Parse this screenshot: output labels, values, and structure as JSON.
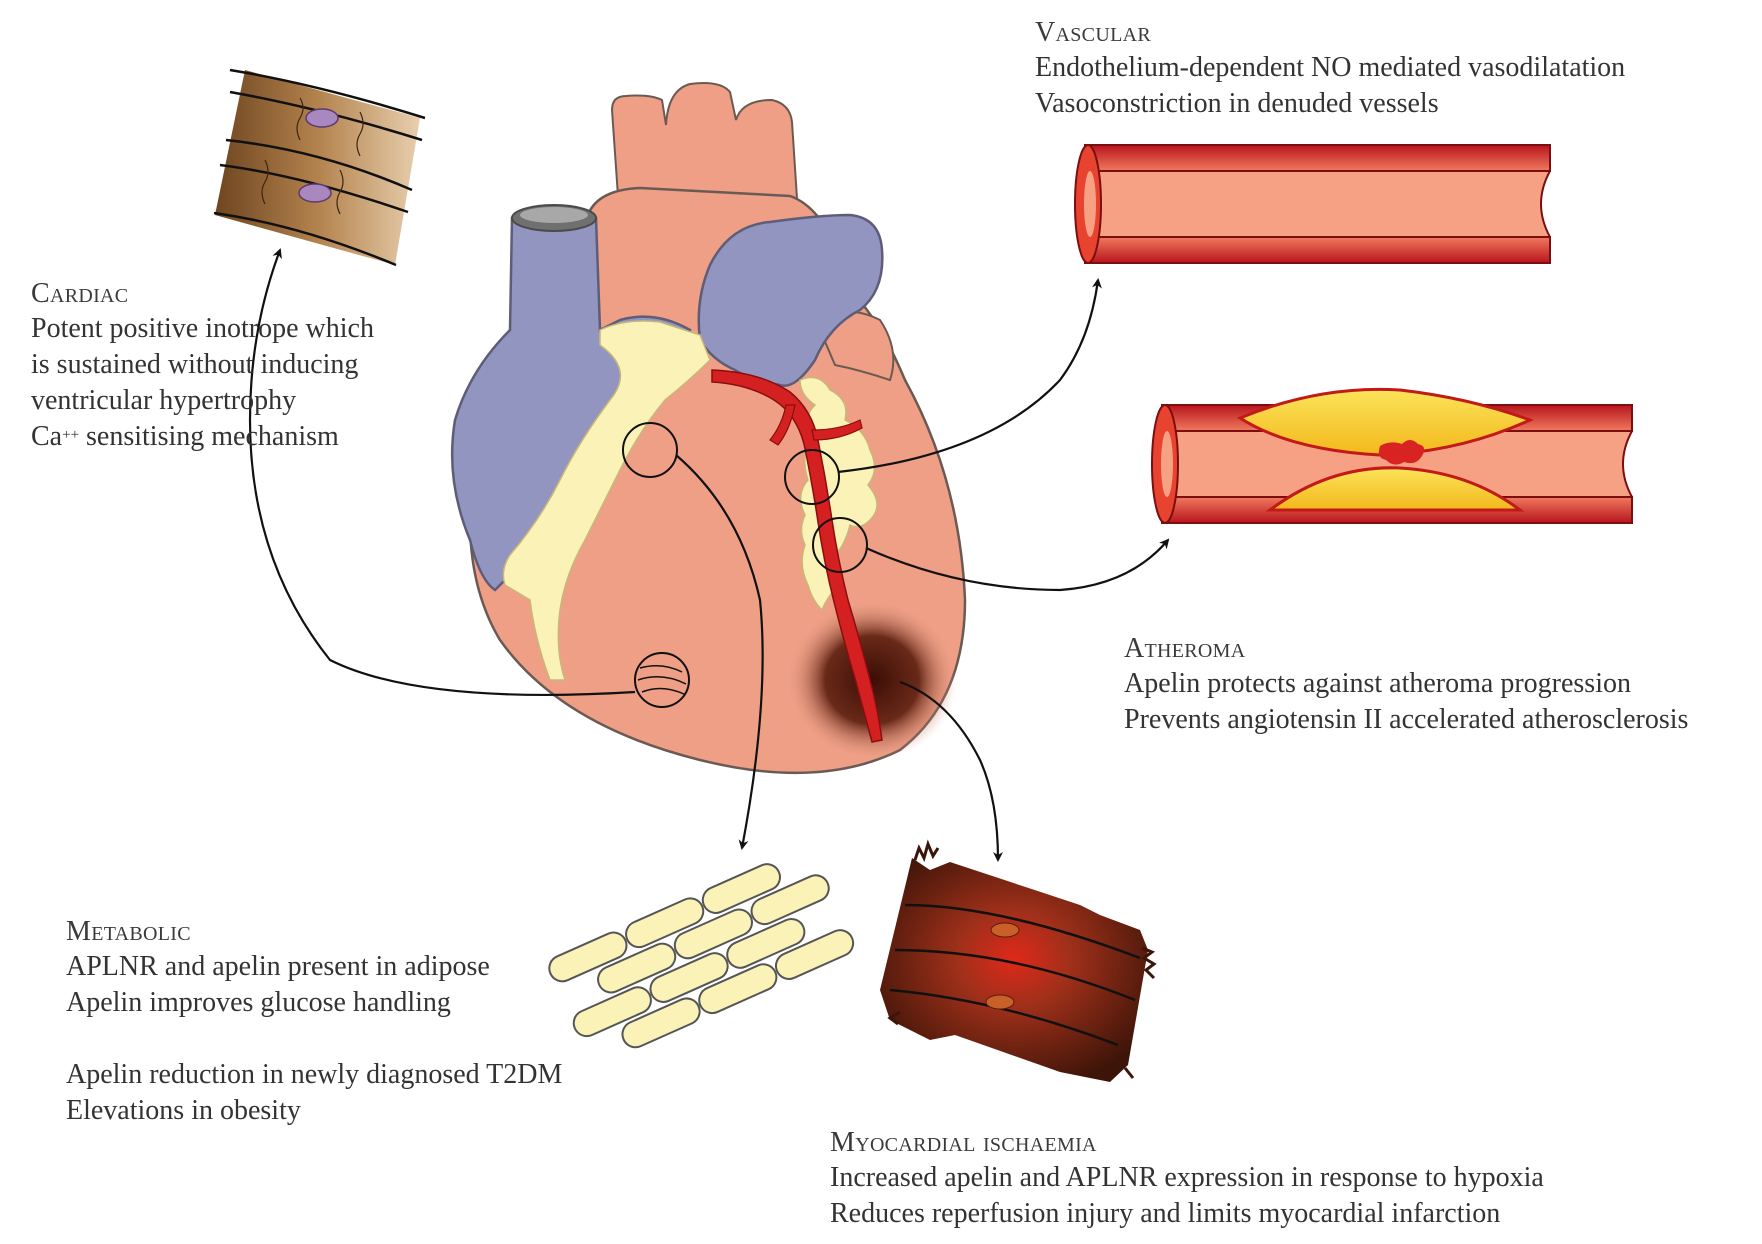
{
  "sections": {
    "vascular": {
      "heading": "Vascular",
      "lines": [
        "Endothelium-dependent NO mediated vasodilatation",
        "Vasoconstriction in denuded vessels"
      ]
    },
    "cardiac": {
      "heading": "Cardiac",
      "lines": [
        "Potent positive inotrope which",
        "is sustained without inducing",
        "ventricular hypertrophy",
        " sensitising mechanism"
      ],
      "ca_base": "Ca",
      "ca_sup": "++"
    },
    "atheroma": {
      "heading": "Atheroma",
      "lines": [
        "Apelin protects against atheroma progression",
        "Prevents angiotensin II accelerated atherosclerosis"
      ]
    },
    "metabolic": {
      "heading": "Metabolic",
      "lines": [
        "APLNR  and apelin present in adipose",
        "Apelin improves glucose handling"
      ],
      "lines2": [
        "Apelin reduction in newly diagnosed T2DM",
        "Elevations in obesity"
      ]
    },
    "ischaemia": {
      "heading": "Myocardial ischaemia",
      "lines": [
        "Increased apelin and APLNR expression in response to hypoxia",
        "Reduces reperfusion injury and limits myocardial  infarction"
      ]
    }
  },
  "colors": {
    "heart": "#ee9f86",
    "vessel_blue": "#9295bf",
    "fat": "#fbf2b8",
    "artery": "#d42020",
    "vessel_wall": "#e8432f",
    "plaque": "#f6cf22",
    "muscle": "#b07a45"
  }
}
